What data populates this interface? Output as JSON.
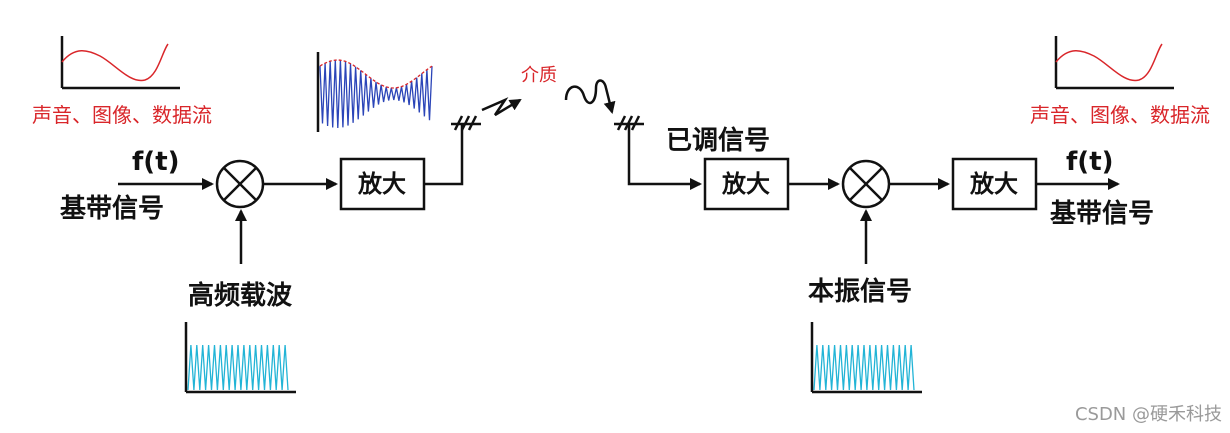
{
  "colors": {
    "ink": "#111111",
    "label_red": "#d9262a",
    "modulated_wave": "#2b45b8",
    "carrier_wave": "#22b4d6",
    "envelope": "#d9262a",
    "watermark": "#9a9a9a"
  },
  "labels": {
    "left_signal_source": "声音、图像、数据流",
    "right_signal_source": "声音、图像、数据流",
    "input_formula": "f(t)",
    "input_label": "基带信号",
    "carrier_label": "高频载波",
    "amp1": "放大",
    "medium": "介质",
    "modulated_label": "已调信号",
    "amp2": "放大",
    "local_osc_label": "本振信号",
    "amp3": "放大",
    "output_formula": "f(t)",
    "output_label": "基带信号"
  },
  "icons": {
    "mixer": "multiplier-circle-icon",
    "antenna": "antenna-icon",
    "wave": "radio-wave-icon"
  },
  "watermark": "CSDN @硬禾科技"
}
